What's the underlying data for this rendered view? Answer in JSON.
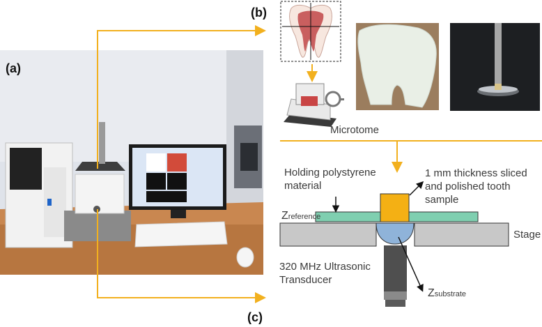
{
  "panels": {
    "a": "(a)",
    "b": "(b)",
    "c": "(c)"
  },
  "labels": {
    "microtome": "Microtome",
    "holding_material": "Holding polystyrene\nmaterial",
    "sample": "1 mm thickness sliced\nand polished tooth\nsample",
    "z_reference_main": "Z",
    "z_reference_sub": "reference",
    "stage": "Stage",
    "transducer": "320 MHz Ultrasonic\nTransducer",
    "z_substrate_main": "Z",
    "z_substrate_sub": "substrate"
  },
  "colors": {
    "arrow": "#f2b01e",
    "polystyrene": "#7fcfb0",
    "sample": "#f4b014",
    "stage": "#c8c8c8",
    "lens": "#8fb3d9",
    "transducer": "#505050"
  }
}
